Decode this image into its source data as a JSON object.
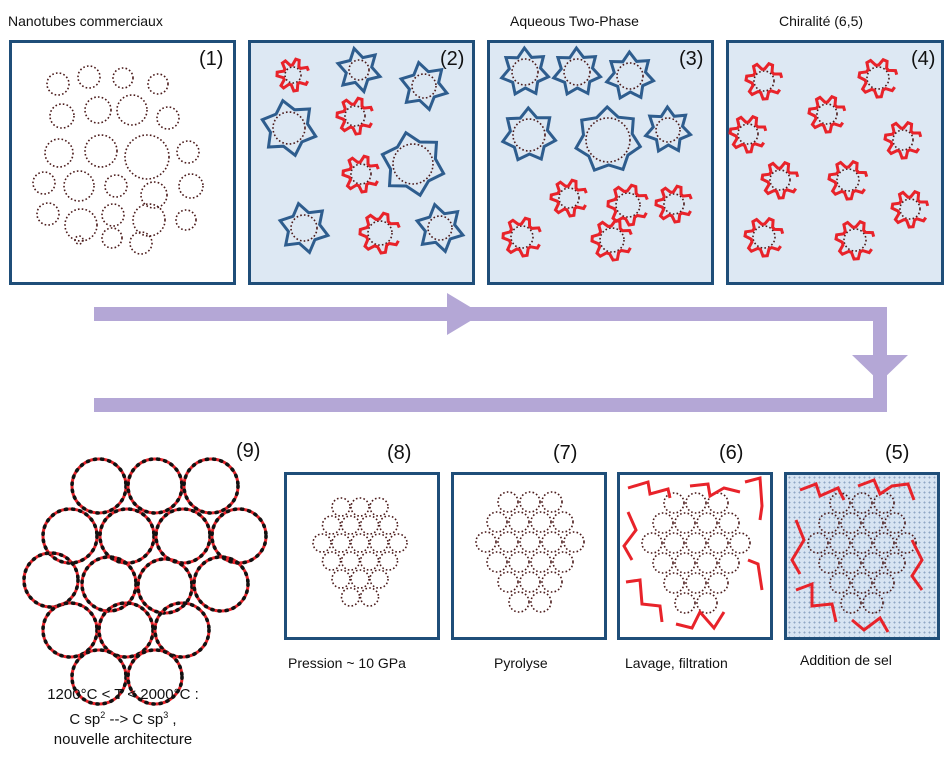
{
  "top_captions": {
    "p1": "Nanotubes commerciaux",
    "p3": "Aqueous Two-Phase",
    "p4": "Chiralité (6,5)"
  },
  "step_numbers": {
    "s1": "(1)",
    "s2": "(2)",
    "s3": "(3)",
    "s4": "(4)",
    "s5": "(5)",
    "s6": "(6)",
    "s7": "(7)",
    "s8": "(8)",
    "s9": "(9)"
  },
  "bottom_captions": {
    "p5": "Addition de sel",
    "p6": "Lavage, filtration",
    "p7": "Pyrolyse",
    "p8": "Pression ~ 10 GPa"
  },
  "final_caption": {
    "line1": "1200°C < T < 2000°C :",
    "line2_a": "C sp",
    "line2_sup1": "2",
    "line2_b": " --> C sp",
    "line2_sup2": "3",
    "line2_c": " ,",
    "line3": "nouvelle architecture"
  },
  "colors": {
    "panel_border": "#1f4e79",
    "panel_fill": "#dde8f3",
    "arrow": "#b4a7d6",
    "wrapper_red": "#e8232a",
    "wrapper_blue": "#2e5d8e",
    "tube_dots": "#4a1a1a"
  }
}
